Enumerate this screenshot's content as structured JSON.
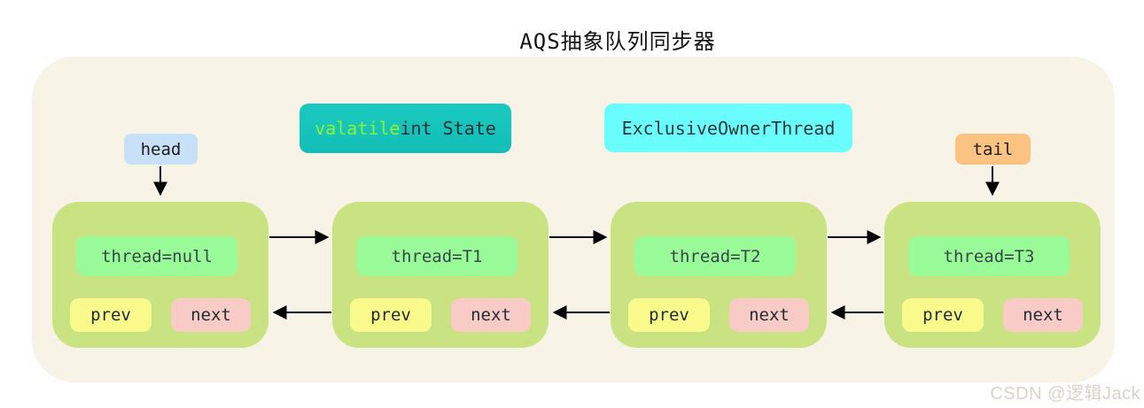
{
  "title": "AQS抽象队列同步器",
  "pointers": {
    "head": "head",
    "tail": "tail"
  },
  "state_box": {
    "keyword": "valatile",
    "rest": " int State"
  },
  "owner_box": {
    "label": "ExclusiveOwnerThread"
  },
  "nodes": [
    {
      "thread": "thread=null",
      "prev": "prev",
      "next": "next"
    },
    {
      "thread": "thread=T1",
      "prev": "prev",
      "next": "next"
    },
    {
      "thread": "thread=T2",
      "prev": "prev",
      "next": "next"
    },
    {
      "thread": "thread=T3",
      "prev": "prev",
      "next": "next"
    }
  ],
  "watermark": "CSDN @逻辑Jack",
  "colors": {
    "panel_bg": "#F8F3E7",
    "node_bg": "#C9E383",
    "thread_bg": "#98FB98",
    "prev_bg": "#FAFA8C",
    "next_bg": "#F8CBC7",
    "head_bg": "#C8E0F8",
    "tail_bg": "#FBC382",
    "state_bg": "#16C3BA",
    "state_keyword_color": "#8DF32D",
    "owner_bg": "#69FDFD",
    "arrow_color": "#000000",
    "watermark_color": "#D8D4C9"
  }
}
